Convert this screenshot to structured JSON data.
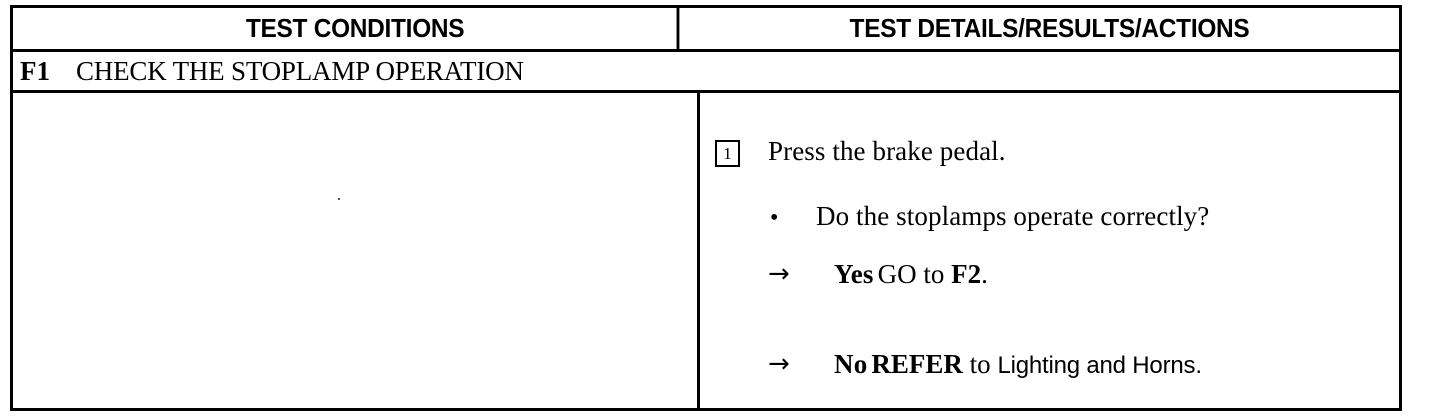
{
  "table": {
    "headers": {
      "left": "TEST CONDITIONS",
      "right": "TEST DETAILS/RESULTS/ACTIONS"
    },
    "section": {
      "code": "F1",
      "title": "CHECK THE STOPLAMP OPERATION"
    },
    "test_conditions": {
      "content": ""
    },
    "test_details": {
      "step": {
        "number": "1",
        "instruction": "Press the brake pedal."
      },
      "question": {
        "bullet_glyph": "•",
        "text": "Do the stoplamps operate correctly?"
      },
      "branches": [
        {
          "arrow_glyph": "→",
          "label": "Yes",
          "action_verb": "GO",
          "action_connector": " to ",
          "action_target": "F2",
          "action_suffix": ".",
          "target_style": "bold-serif"
        },
        {
          "arrow_glyph": "→",
          "label": "No",
          "action_verb": "REFER",
          "action_connector": " to ",
          "action_target": "Lighting and Horns",
          "action_suffix": ".",
          "target_style": "sans"
        }
      ]
    }
  },
  "colors": {
    "ink": "#000000",
    "paper": "#ffffff"
  }
}
